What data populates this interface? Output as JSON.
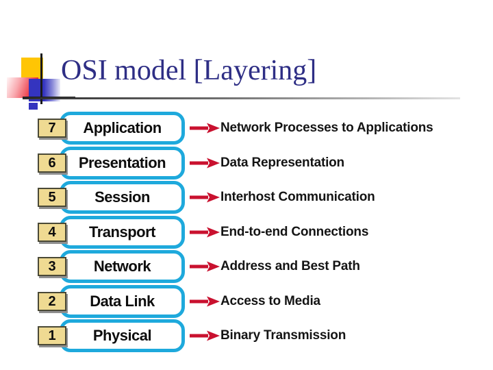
{
  "slide": {
    "title": "OSI model [Layering]"
  },
  "colors": {
    "title_navy": "#2E2E85",
    "box_border_cyan": "#1EA9DC",
    "tile_fill_tan": "#EFDA92",
    "tile_border_olive": "#4A4936",
    "arrow_red": "#C9112F",
    "decor_yellow": "#FFC504",
    "decor_red": "#EA1C29",
    "decor_blue": "#3434BF",
    "text_black": "#0D0D0D"
  },
  "layers": [
    {
      "number": "7",
      "name": "Application",
      "description": "Network Processes to Applications"
    },
    {
      "number": "6",
      "name": "Presentation",
      "description": "Data Representation"
    },
    {
      "number": "5",
      "name": "Session",
      "description": "Interhost Communication"
    },
    {
      "number": "4",
      "name": "Transport",
      "description": "End-to-end Connections"
    },
    {
      "number": "3",
      "name": "Network",
      "description": "Address and Best Path"
    },
    {
      "number": "2",
      "name": "Data Link",
      "description": "Access to Media"
    },
    {
      "number": "1",
      "name": "Physical",
      "description": "Binary Transmission"
    }
  ]
}
